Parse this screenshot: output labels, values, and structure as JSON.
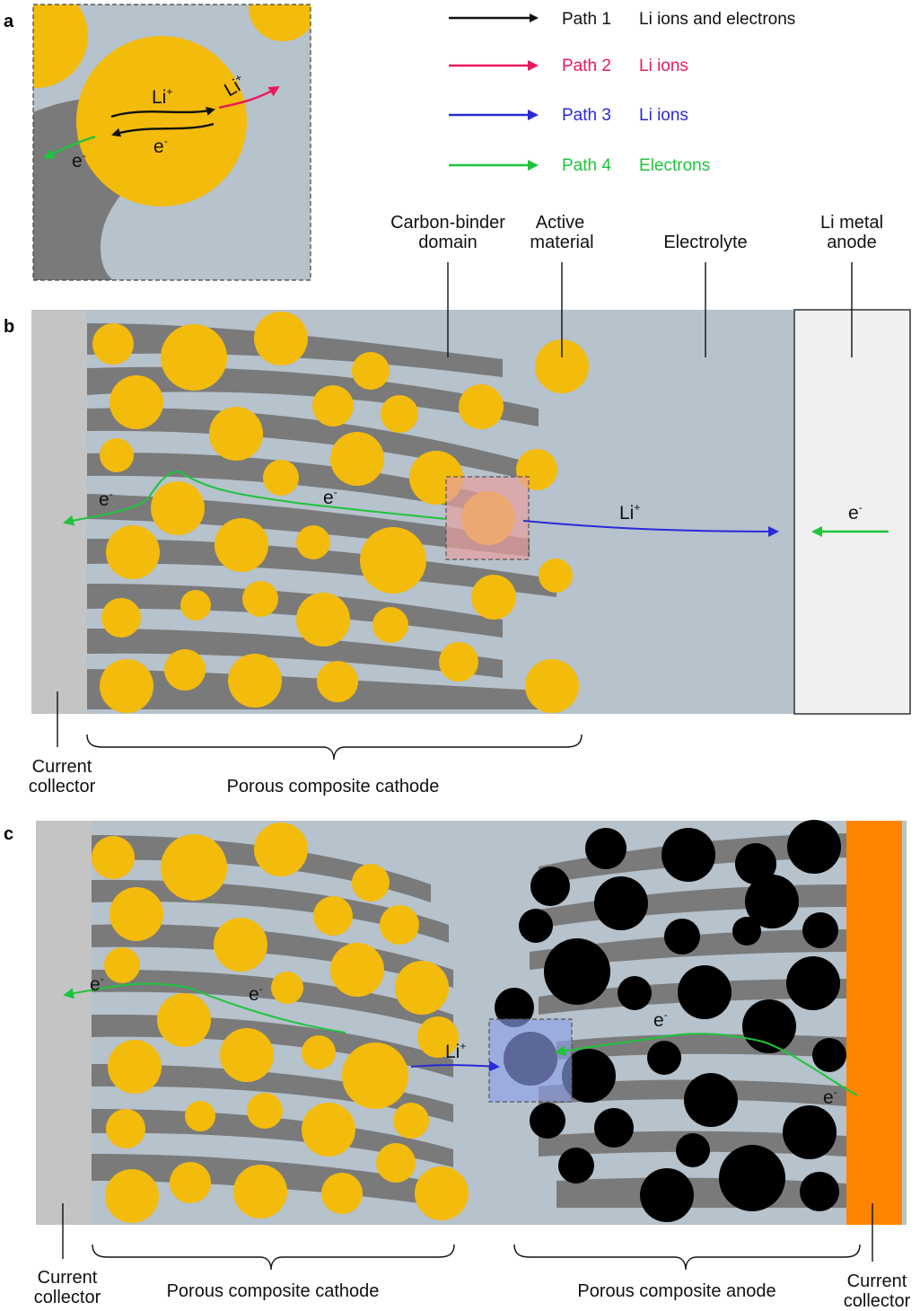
{
  "panels": {
    "a": "a",
    "b": "b",
    "c": "c"
  },
  "legend": [
    {
      "path": "Path 1",
      "desc": "Li ions and electrons",
      "color": "#111111"
    },
    {
      "path": "Path 2",
      "desc": "Li ions",
      "color": "#e8195a"
    },
    {
      "path": "Path 3",
      "desc": "Li ions",
      "color": "#2a2ad6"
    },
    {
      "path": "Path 4",
      "desc": "Electrons",
      "color": "#1ec43a"
    }
  ],
  "panel_b": {
    "callouts": {
      "carbon_binder_l1": "Carbon-binder",
      "carbon_binder_l2": "domain",
      "active_l1": "Active",
      "active_l2": "material",
      "electrolyte": "Electrolyte",
      "anode_l1": "Li metal",
      "anode_l2": "anode"
    },
    "collector_l1": "Current",
    "collector_l2": "collector",
    "cathode": "Porous composite cathode"
  },
  "panel_c": {
    "collector_left_l1": "Current",
    "collector_left_l2": "collector",
    "cathode": "Porous composite cathode",
    "anode": "Porous composite anode",
    "collector_right_l1": "Current",
    "collector_right_l2": "collector"
  },
  "symbols": {
    "li": "Li",
    "e": "e",
    "plus": "+",
    "minus": "-"
  },
  "colors": {
    "electrolyte": "#b6c2cc",
    "carbon_binder": "#7a7a7a",
    "active_material": "#f3bb0b",
    "anode_particle": "#000000",
    "collector_grey": "#c4c4c4",
    "anode_metal": "#f0f0f0",
    "collector_orange": "#ff8400",
    "highlight_red": "#e8a0a0",
    "highlight_blue": "#8ea0e8"
  }
}
